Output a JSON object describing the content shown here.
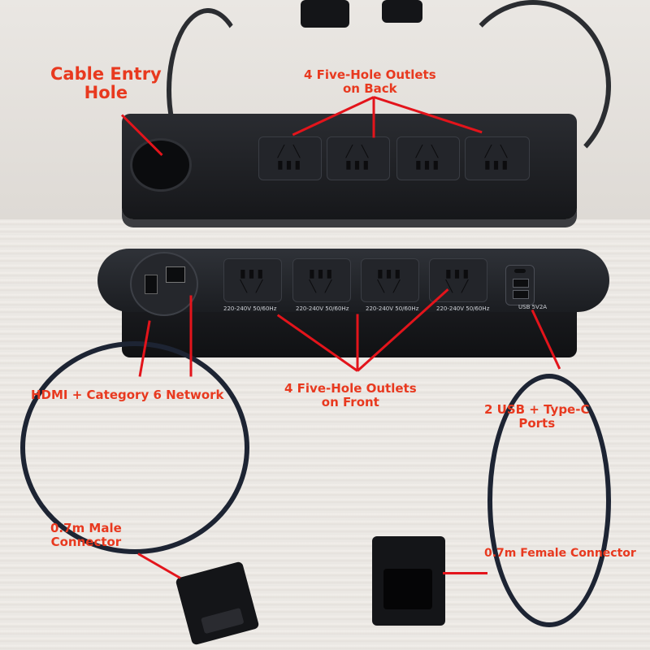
{
  "image": {
    "description": "Product photo of a black recessed desktop power strip shown from back and front, with red annotation labels",
    "accent_color": "#e8391f",
    "arrow_color": "#e3141b"
  },
  "labels": {
    "cable_entry": [
      "Cable Entry",
      "Hole"
    ],
    "outlets_back": [
      "4 Five-Hole Outlets",
      "on Back"
    ],
    "hdmi_network": "HDMI + Category 6 Network",
    "outlets_front": [
      "4 Five-Hole Outlets",
      "on Front"
    ],
    "usb_ports": [
      "2 USB + Type-C",
      "Ports"
    ],
    "male_connector": [
      "0.7m Male",
      "Connector"
    ],
    "female_connector": "0.7m Female Connector"
  },
  "device": {
    "outlet_rating": "220-240V 50/60Hz",
    "usb_rating": "USB 5V2A",
    "back_outlet_count": 4,
    "front_outlet_count": 4
  }
}
